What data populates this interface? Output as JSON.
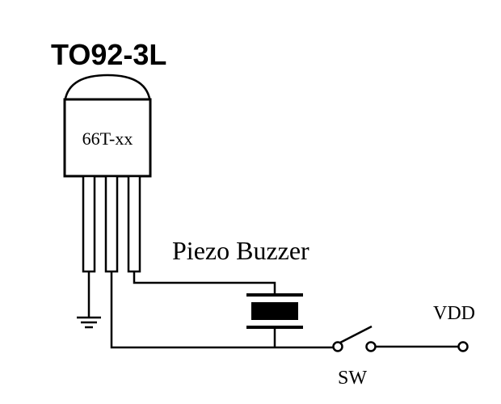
{
  "package": {
    "name": "TO92-3L",
    "marking": "66T-xx"
  },
  "components": {
    "buzzer_label": "Piezo Buzzer",
    "switch_label": "SW",
    "supply_label": "VDD"
  }
}
